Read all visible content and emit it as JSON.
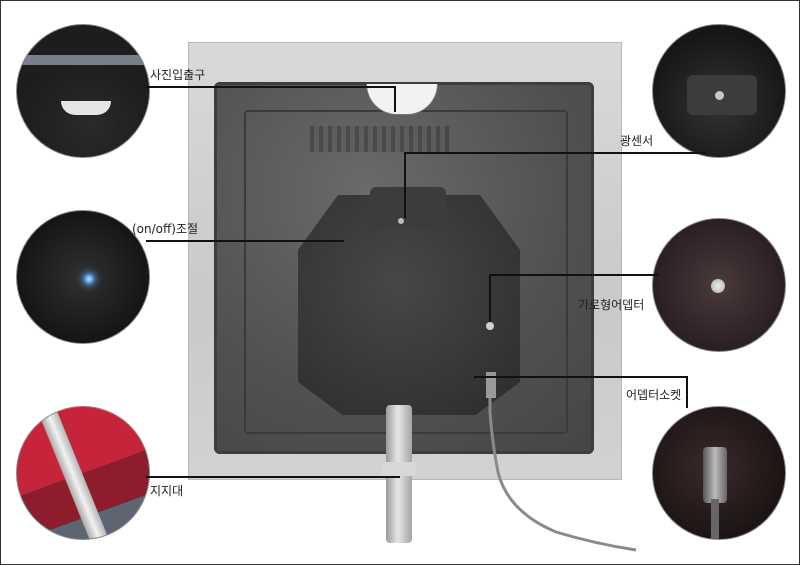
{
  "labels": {
    "photo_slot": "사진입출구",
    "light_sensor": "광센서",
    "on_off": "(on/off)조절",
    "landscape_adapter": "가로형어뎁터",
    "adapter_socket": "어뎁터소켓",
    "stand": "지지대"
  },
  "colors": {
    "frame": "#d2d2d2",
    "panel": "#505050",
    "stand_plate": "#343434",
    "leader_line": "#111111",
    "accent_red": "#c92a36",
    "led_blue": "#3b78c4"
  },
  "icons": {
    "photo_slot": "photo-slot-icon",
    "light_sensor": "light-sensor-icon",
    "on_off": "on-off-switch-icon",
    "landscape_adapter": "adapter-port-icon",
    "adapter_socket": "adapter-socket-icon",
    "stand": "stand-leg-icon"
  }
}
